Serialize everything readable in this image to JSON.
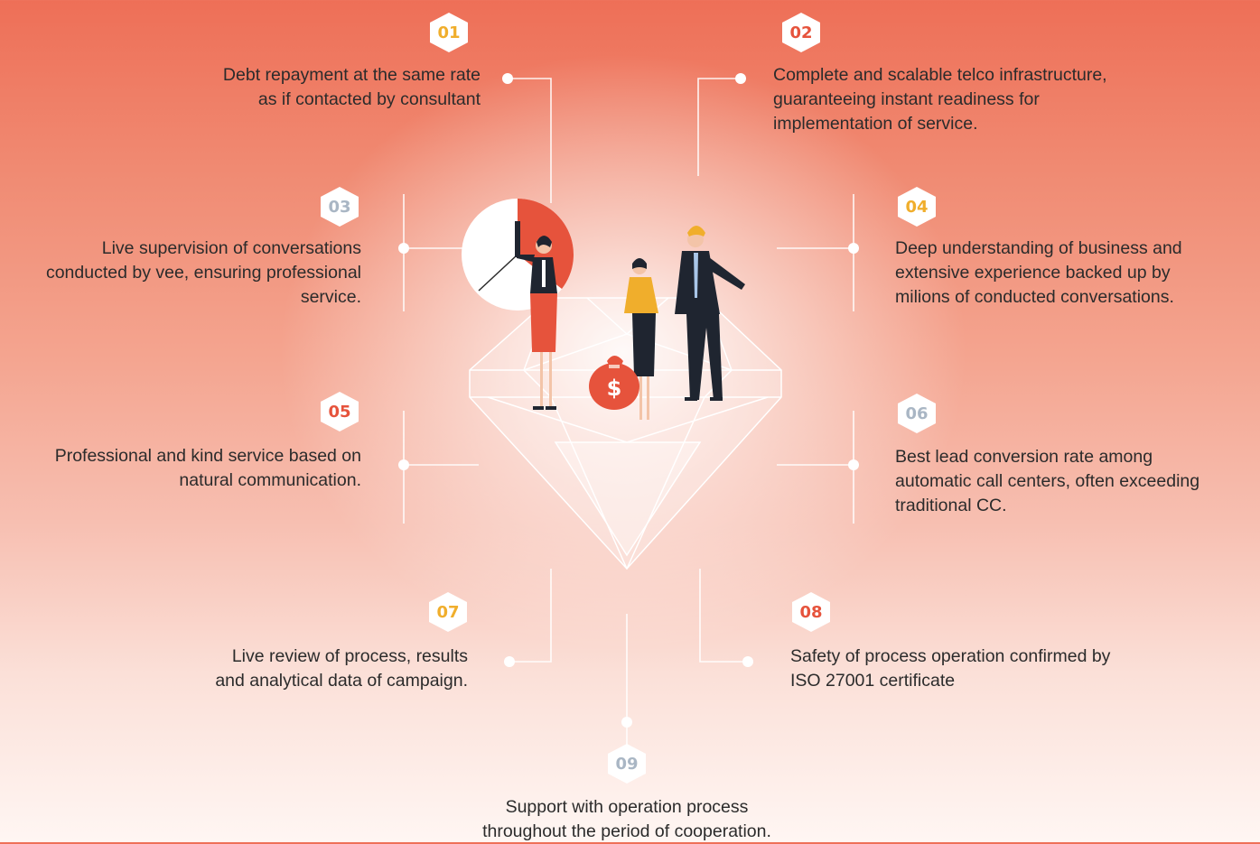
{
  "colors": {
    "yellow": "#f0ae2c",
    "red": "#e6533c",
    "grey": "#a9b6c4",
    "coin": "#e6533c"
  },
  "illustration": {
    "dollar_sign": "$"
  },
  "items": [
    {
      "number": "01",
      "color": "yellow",
      "lines": [
        "Debt repayment at the same rate",
        "as if contacted by consultant"
      ]
    },
    {
      "number": "02",
      "color": "red",
      "lines": [
        "Complete and scalable telco infrastructure,",
        "guaranteeing instant readiness for",
        "implementation of service."
      ]
    },
    {
      "number": "03",
      "color": "grey",
      "lines": [
        "Live supervision of conversations",
        "conducted by vee, ensuring professional",
        "service."
      ]
    },
    {
      "number": "04",
      "color": "yellow",
      "lines": [
        "Deep understanding of business and",
        "extensive experience backed up by",
        "milions of conducted conversations."
      ]
    },
    {
      "number": "05",
      "color": "red",
      "lines": [
        "Professional and kind service based on",
        "natural communication."
      ]
    },
    {
      "number": "06",
      "color": "grey",
      "lines": [
        "Best lead conversion rate among",
        "automatic call centers, often exceeding",
        "traditional CC."
      ]
    },
    {
      "number": "07",
      "color": "yellow",
      "lines": [
        "Live review of process, results",
        "and analytical data of campaign."
      ]
    },
    {
      "number": "08",
      "color": "red",
      "lines": [
        "Safety of process operation confirmed by",
        "ISO 27001 certificate"
      ]
    },
    {
      "number": "09",
      "color": "grey",
      "lines": [
        "Support with operation process",
        "throughout the period of cooperation."
      ]
    }
  ]
}
